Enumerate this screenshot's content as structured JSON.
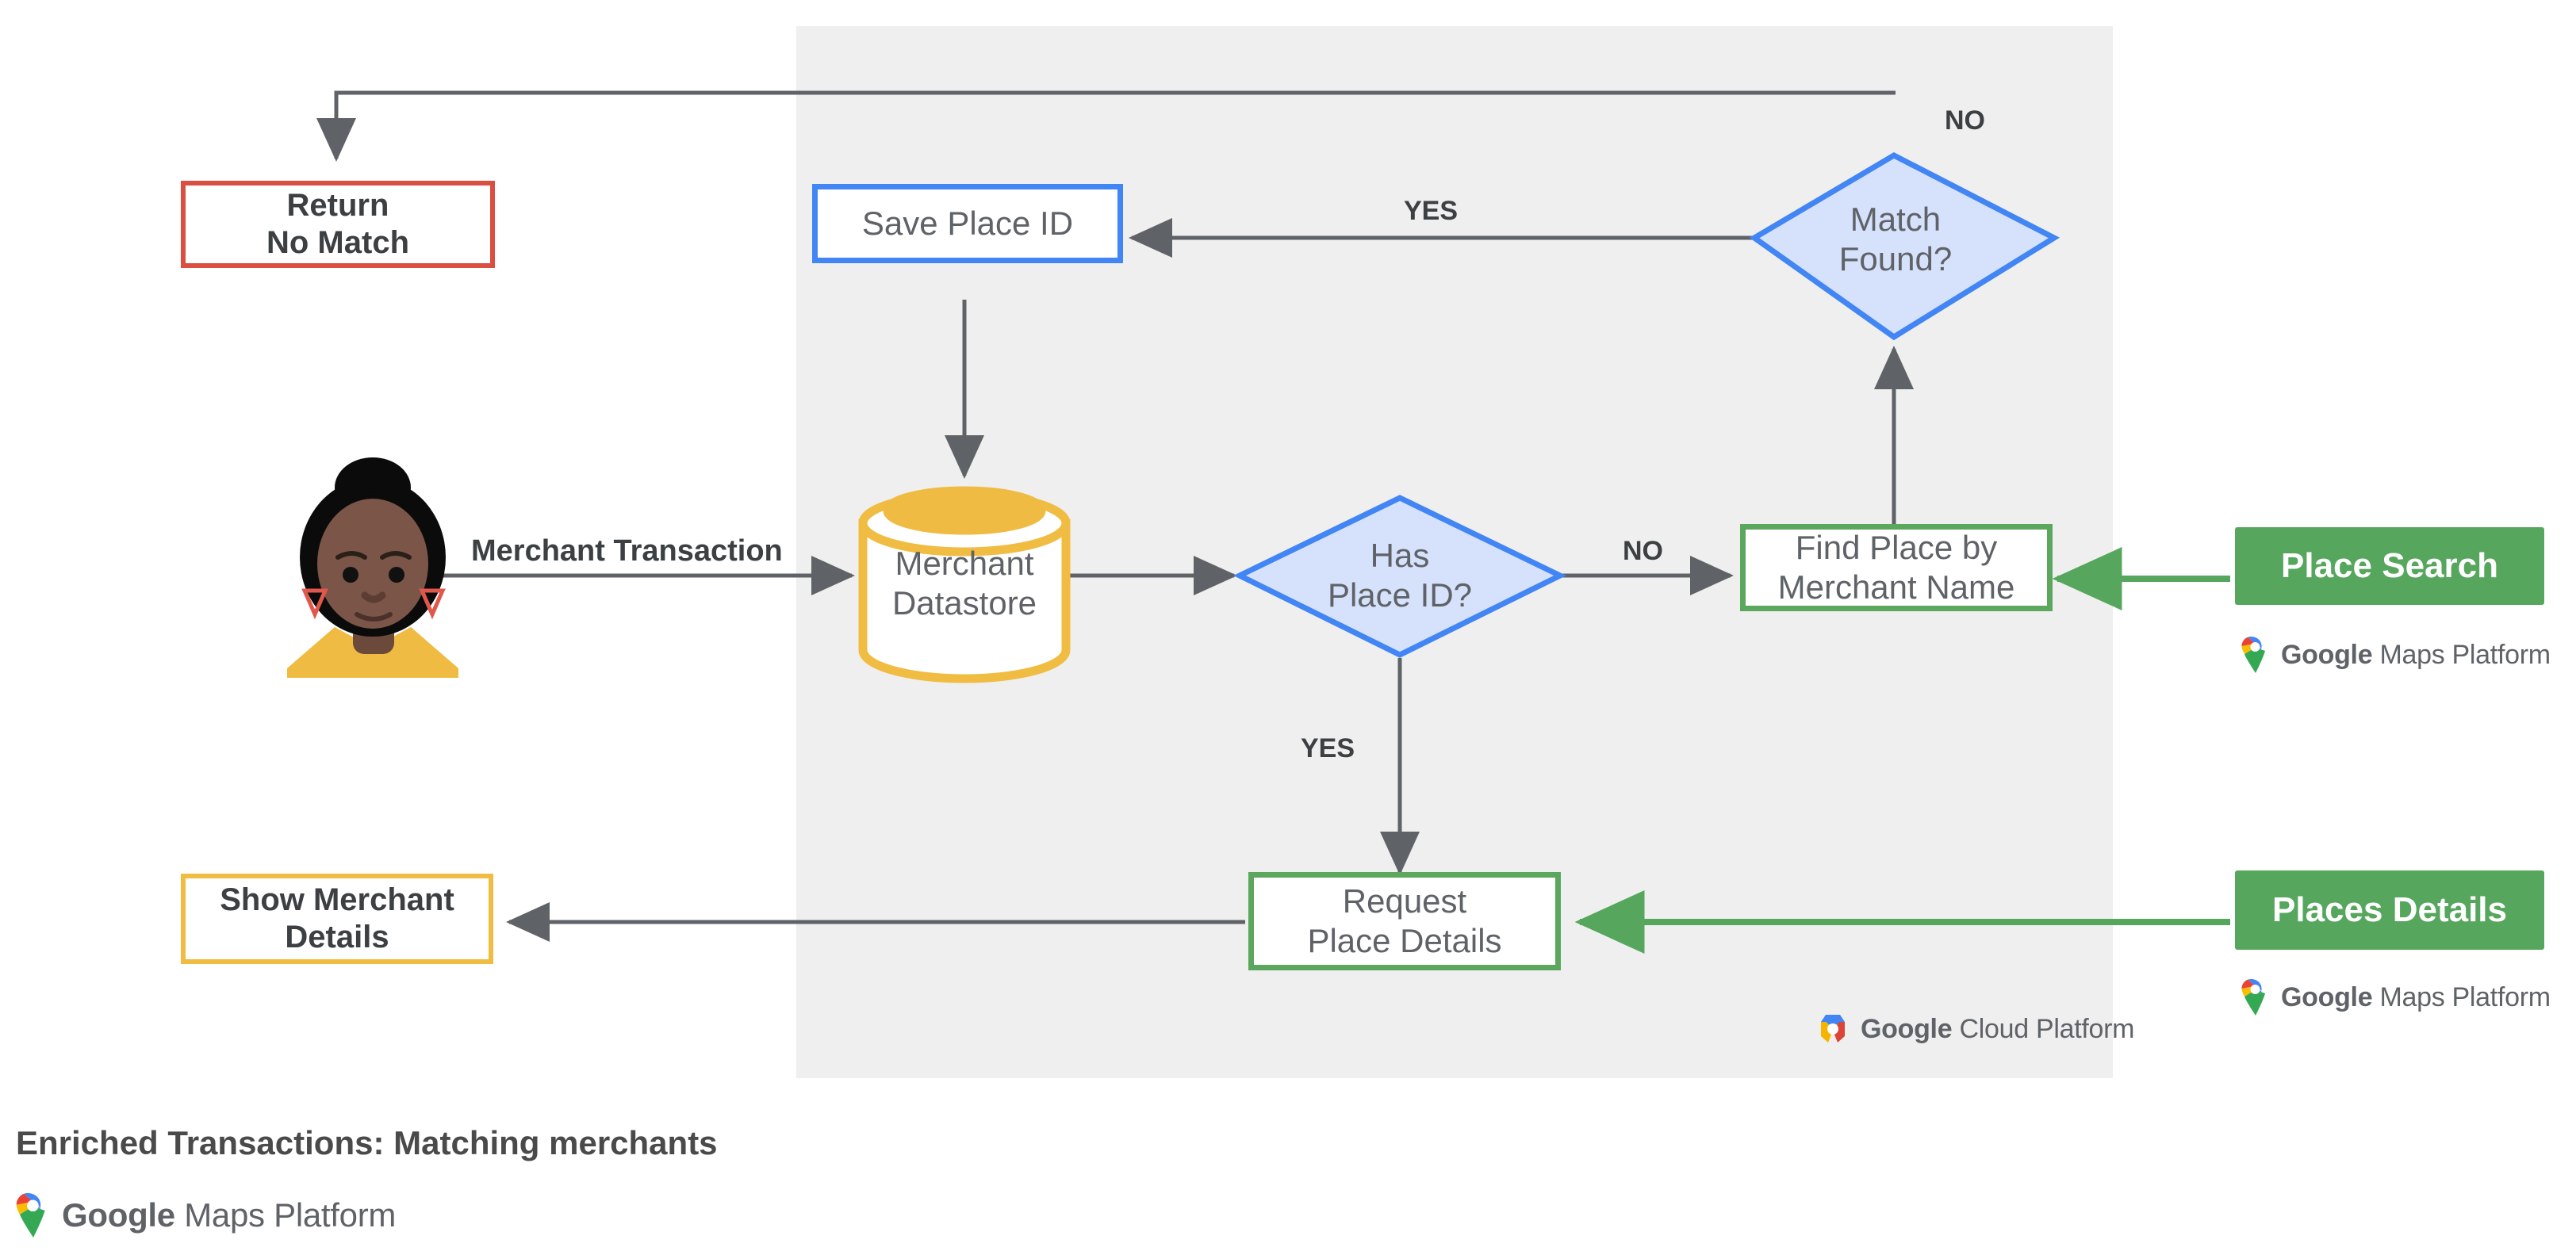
{
  "diagram": {
    "title": "Enriched Transactions: Matching merchants",
    "panel": {
      "name": "google-cloud-platform-region",
      "fill": "#EFEFEF"
    },
    "colors": {
      "red": "#DB4F43",
      "blue": "#4285F4",
      "blue_fill": "#D6E2FB",
      "yellow": "#F0BC42",
      "green": "#56A75D",
      "arrow_gray": "#5f6368",
      "text_gray": "#5f6368",
      "title_gray": "#4a4a4a"
    },
    "nodes": {
      "actor": {
        "label": "",
        "icon": "person-avatar-icon"
      },
      "return_no_match": {
        "line1": "Return",
        "line2": "No Match",
        "shape": "rectangle",
        "accent": "#DB4F43"
      },
      "show_merchant_details": {
        "line1": "Show Merchant",
        "line2": "Details",
        "shape": "rectangle",
        "accent": "#F0BC42"
      },
      "save_place_id": {
        "line1": "Save Place ID",
        "line2": "",
        "shape": "rectangle",
        "accent": "#4285F4"
      },
      "merchant_datastore": {
        "line1": "Merchant",
        "line2": "Datastore",
        "shape": "cylinder",
        "accent": "#F0BC42"
      },
      "has_place_id": {
        "line1": "Has",
        "line2": "Place ID?",
        "shape": "diamond",
        "accent": "#4285F4"
      },
      "match_found": {
        "line1": "Match",
        "line2": "Found?",
        "shape": "diamond",
        "accent": "#4285F4"
      },
      "find_place_by_merchant_name": {
        "line1": "Find Place by",
        "line2": "Merchant Name",
        "shape": "rectangle",
        "accent": "#56A75D"
      },
      "request_place_details": {
        "line1": "Request",
        "line2": "Place Details",
        "shape": "rectangle",
        "accent": "#56A75D"
      },
      "place_search": {
        "label": "Place Search",
        "shape": "filled-rectangle",
        "accent": "#56A75D"
      },
      "places_details": {
        "label": "Places Details",
        "shape": "filled-rectangle",
        "accent": "#56A75D"
      }
    },
    "edge_labels": {
      "merchant_transaction": "Merchant Transaction",
      "has_place_id_no": "NO",
      "has_place_id_yes": "YES",
      "match_found_yes": "YES",
      "match_found_no": "NO"
    },
    "branding": {
      "maps_platform": {
        "google": "Google",
        "product": "Maps Platform",
        "icon": "google-maps-pin-icon"
      },
      "cloud_platform": {
        "google": "Google",
        "product": "Cloud Platform",
        "icon": "google-cloud-hexagon-icon"
      }
    }
  }
}
